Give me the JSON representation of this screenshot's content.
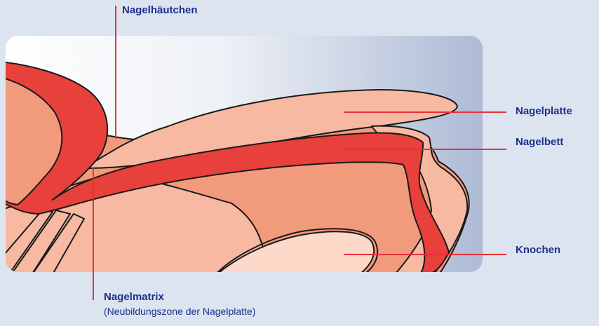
{
  "labels": {
    "cuticle": "Nagelhäutchen",
    "nail_plate": "Nagelplatte",
    "nail_bed": "Nagelbett",
    "bone": "Knochen",
    "matrix": "Nagelmatrix",
    "matrix_sub": "(Neubildungszone der Nagelplatte)"
  },
  "colors": {
    "background": "#dce4f0",
    "leader_line": "#e8313a",
    "label_text": "#1b2f8a",
    "tissue_dark_red": "#e8403a",
    "tissue_salmon": "#f29a7c",
    "tissue_light": "#f7b9a2",
    "bone_fill": "#fcd9c9"
  }
}
